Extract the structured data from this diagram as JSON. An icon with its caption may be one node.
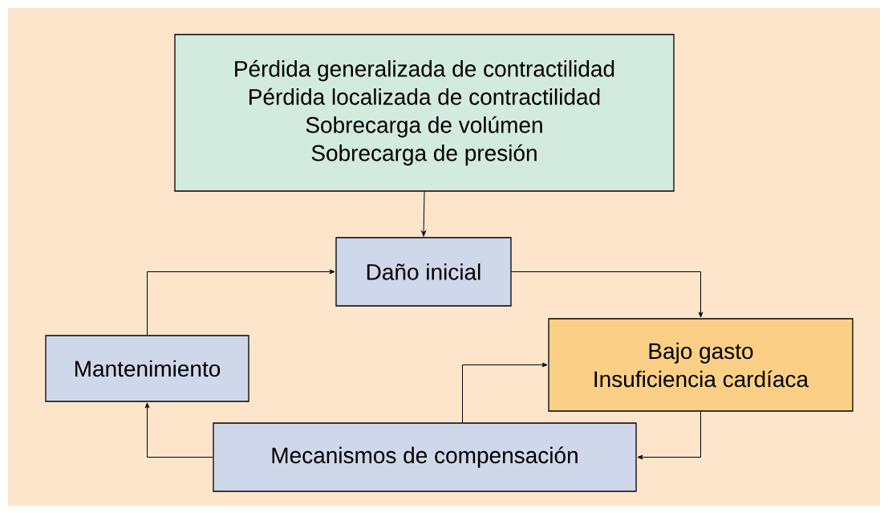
{
  "diagram": {
    "nodes": [
      {
        "text": [
          "Pérdida generalizada de contractilidad",
          "Pérdida localizada de contractilidad",
          "Sobrecarga de volúmen",
          "Sobrecarga de presión"
        ]
      },
      {
        "text": [
          "Daño inicial"
        ]
      },
      {
        "text": [
          "Bajo gasto",
          "Insuficiencia cardíaca"
        ]
      },
      {
        "text": [
          "Mantenimiento"
        ]
      },
      {
        "text": [
          "Mecanismos de compensación"
        ]
      }
    ],
    "edges": [
      {
        "from": 0,
        "to": 1,
        "arrow": "to"
      },
      {
        "from": 1,
        "to": 2,
        "arrow": "to"
      },
      {
        "from": 2,
        "to": 4,
        "arrow": "to"
      },
      {
        "from": 4,
        "to": 2,
        "arrow": "to"
      },
      {
        "from": 4,
        "to": 3,
        "arrow": "to"
      },
      {
        "from": 3,
        "to": 1,
        "arrow": "to"
      }
    ]
  }
}
